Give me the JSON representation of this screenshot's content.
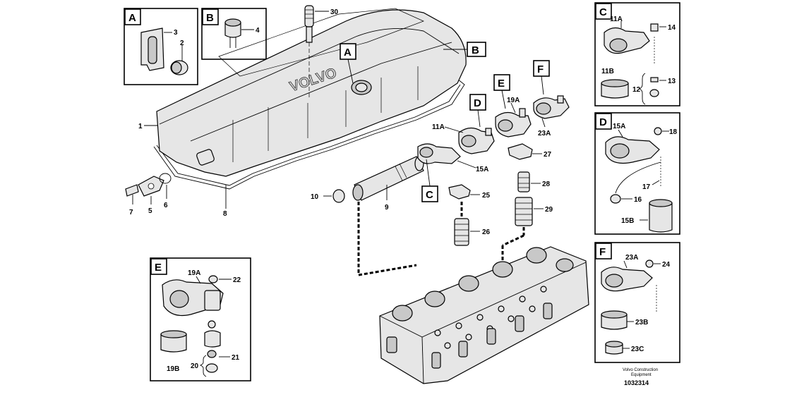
{
  "labels": {
    "l1": "1",
    "l2": "2",
    "l3": "3",
    "l4": "4",
    "l5": "5",
    "l6": "6",
    "l7": "7",
    "l8": "8",
    "l9": "9",
    "l10": "10",
    "l11a": "11A",
    "l11a_c": "11A",
    "l11b": "11B",
    "l12": "12",
    "l13": "13",
    "l14": "14",
    "l15a": "15A",
    "l15a_d": "15A",
    "l15b": "15B",
    "l16": "16",
    "l17": "17",
    "l18": "18",
    "l19a": "19A",
    "l19a_e": "19A",
    "l19b": "19B",
    "l20": "20",
    "l21": "21",
    "l22": "22",
    "l23a": "23A",
    "l23a_f": "23A",
    "l23b": "23B",
    "l23c": "23C",
    "l24": "24",
    "l25": "25",
    "l26": "26",
    "l27": "27",
    "l28": "28",
    "l29": "29",
    "l30": "30"
  },
  "callouts": {
    "a": "A",
    "b": "B",
    "c": "C",
    "d": "D",
    "e": "E",
    "f": "F",
    "box_a": "A",
    "box_b": "B",
    "box_c": "C",
    "box_d": "D",
    "box_e": "E",
    "box_f": "F"
  },
  "cover_brand": "VOLVO",
  "footer": {
    "company_line1": "Volvo Construction",
    "company_line2": "Equipment",
    "drawing_number": "1032314"
  }
}
